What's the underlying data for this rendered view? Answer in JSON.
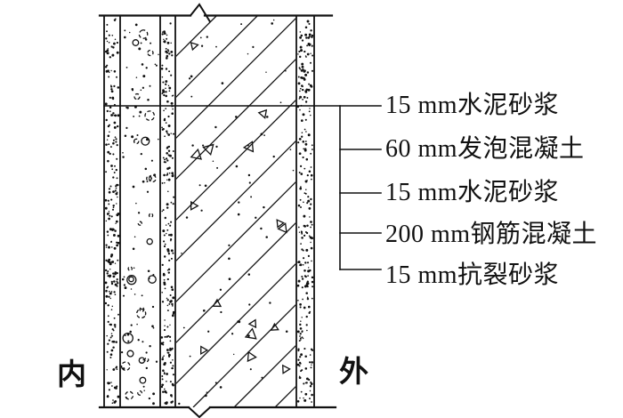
{
  "diagram": {
    "callouts": [
      {
        "text": "15 mm水泥砂浆"
      },
      {
        "text": "60 mm发泡混凝土"
      },
      {
        "text": "15 mm水泥砂浆"
      },
      {
        "text": "200 mm钢筋混凝土"
      },
      {
        "text": "15 mm抗裂砂浆"
      }
    ],
    "side_labels": {
      "interior": "内",
      "exterior": "外"
    },
    "layers": [
      {
        "material": "水泥砂浆",
        "thickness_label": "15 mm",
        "pattern": "stipple"
      },
      {
        "material": "发泡混凝土",
        "thickness_label": "60 mm",
        "pattern": "bubbles"
      },
      {
        "material": "水泥砂浆",
        "thickness_label": "15 mm",
        "pattern": "stipple"
      },
      {
        "material": "钢筋混凝土",
        "thickness_label": "200 mm",
        "pattern": "diagonal-hatch-with-triangles"
      },
      {
        "material": "抗裂砂浆",
        "thickness_label": "15 mm",
        "pattern": "stipple"
      }
    ],
    "colors": {
      "ink": "#111111",
      "background": "#ffffff"
    }
  }
}
